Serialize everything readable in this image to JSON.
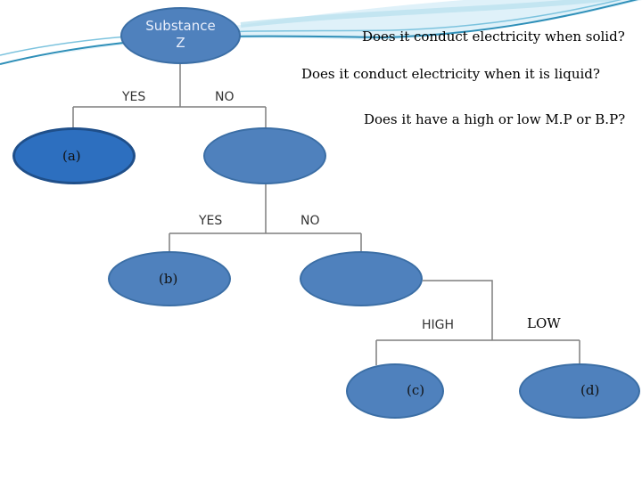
{
  "colors": {
    "node_fill": "#4f81bd",
    "node_fill_selected": "#2d6fbf",
    "line": "#7f7f7f",
    "swoosh": "#2e8fb8"
  },
  "root": {
    "line1": "Substance",
    "line2": "Z"
  },
  "questions": {
    "q1": "Does it conduct electricity when solid?",
    "q2": "Does it conduct electricity when it is liquid?",
    "q3": "Does it have a high or low M.P or B.P?"
  },
  "branches": {
    "yes1": "YES",
    "no1": "NO",
    "yes2": "YES",
    "no2": "NO",
    "high": "HIGH",
    "low": "LOW"
  },
  "nodes": {
    "a": "(a)",
    "b": "(b)",
    "c": "(c)",
    "d": "(d)"
  }
}
